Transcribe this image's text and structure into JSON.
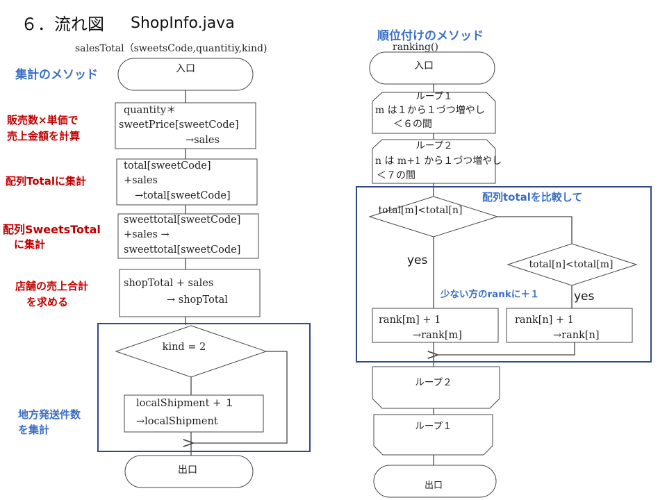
{
  "header": {
    "section_number": "６．",
    "section_title": "流れ図",
    "file_name": "ShopInfo.java",
    "signature": "salesTotal（sweetsCode,quantitiy,kind)"
  },
  "left_flow": {
    "method_label": "集計のメソッド",
    "start": "入口",
    "step1": {
      "lines": [
        "quantity＊",
        "sweetPrice[sweetCode]",
        "→sales"
      ],
      "note": [
        "販売数×単価で",
        "売上金額を計算"
      ]
    },
    "step2": {
      "lines": [
        "total[sweetCode]",
        "+sales",
        "→total[sweetCode]"
      ],
      "note": [
        "配列Totalに集計"
      ]
    },
    "step3": {
      "lines": [
        "sweettotal[sweetCode]",
        "+sales →",
        "sweettotal[sweetCode]"
      ],
      "note": [
        "配列SweetsTotal",
        "に集計"
      ]
    },
    "step4": {
      "lines": [
        "shopTotal + sales",
        "→ shopTotal"
      ],
      "note": [
        "店舗の売上合計",
        "を求める"
      ]
    },
    "decision": "kind = 2",
    "step5": {
      "lines": [
        "localShipment + １",
        "→localShipment"
      ],
      "note": [
        "地方発送件数",
        "を集計"
      ]
    },
    "end": "出口"
  },
  "right_flow": {
    "method_label": "順位付けのメソッド",
    "signature": "ranking()",
    "start": "入口",
    "loop1_open": [
      "ループ１",
      "m は１から１づつ増やし",
      "＜６の間"
    ],
    "loop2_open": [
      "ループ２",
      "n は m+1 から１づつ増やし",
      "＜７の間"
    ],
    "compare_label": "配列totalを比較して",
    "decision1": "total[m]<total[n]",
    "decision2": "total[n]<total[m]",
    "yes1": "yes",
    "yes2": "yes",
    "rank_note": "少ない方のrankに＋１",
    "action1": [
      "rank[m] + 1",
      "→rank[m]"
    ],
    "action2": [
      "rank[n] + 1",
      "→rank[n]"
    ],
    "loop2_close": "ループ２",
    "loop1_close": "ループ１",
    "end": "出口"
  }
}
